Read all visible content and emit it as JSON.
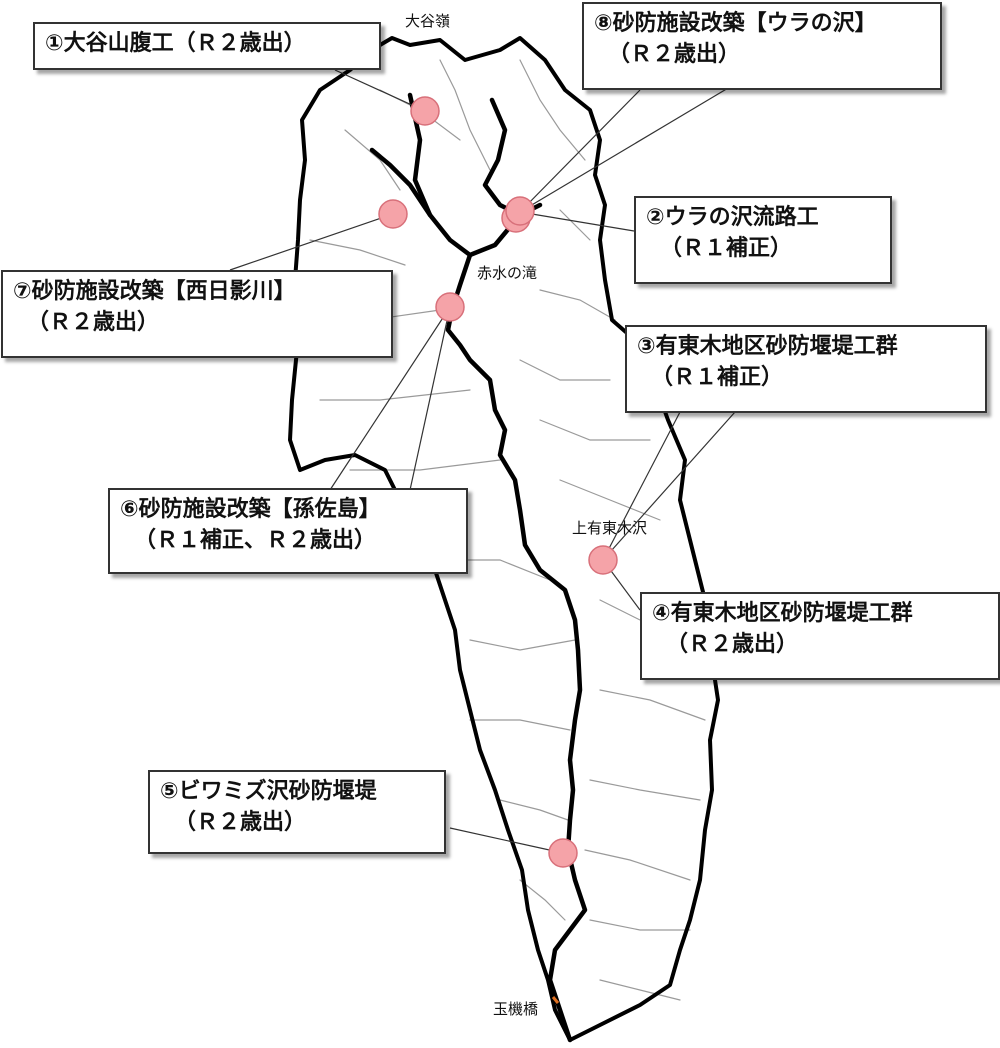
{
  "colors": {
    "marker_fill": "#f5a3a8",
    "marker_stroke": "#d8707a",
    "boundary": "#000000",
    "main_river": "#000000",
    "tributary": "#9a9a9a"
  },
  "places": {
    "ootanirei": "大谷嶺",
    "akamizu": "赤水の滝",
    "kamiaritogi": "上有東木沢",
    "tamakibashi": "玉機橋"
  },
  "projects": [
    {
      "id": "1",
      "line1": "①大谷山腹工（Ｒ２歳出）",
      "line2": ""
    },
    {
      "id": "2",
      "line1": "②ウラの沢流路工",
      "line2": "（Ｒ１補正）"
    },
    {
      "id": "3",
      "line1": "③有東木地区砂防堰堤工群",
      "line2": "（Ｒ１補正）"
    },
    {
      "id": "4",
      "line1": "④有東木地区砂防堰堤工群",
      "line2": "（Ｒ２歳出）"
    },
    {
      "id": "5",
      "line1": "⑤ビワミズ沢砂防堰堤",
      "line2": "（Ｒ２歳出）"
    },
    {
      "id": "6",
      "line1": "⑥砂防施設改築【孫佐島】",
      "line2": "（Ｒ１補正、Ｒ２歳出）"
    },
    {
      "id": "7",
      "line1": "⑦砂防施設改築【西日影川】",
      "line2": "（Ｒ２歳出）"
    },
    {
      "id": "8",
      "line1": "⑧砂防施設改築【ウラの沢】",
      "line2": "（Ｒ２歳出）"
    }
  ]
}
